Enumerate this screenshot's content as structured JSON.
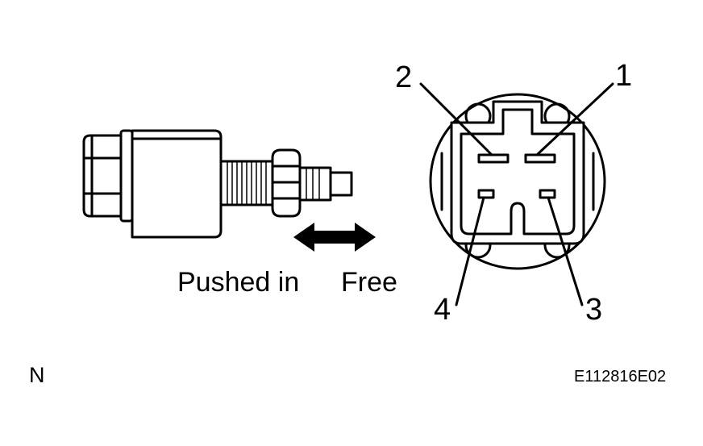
{
  "diagram": {
    "motion_labels": {
      "pushed": "Pushed in",
      "free": "Free"
    },
    "pins": {
      "p1": "1",
      "p2": "2",
      "p3": "3",
      "p4": "4"
    },
    "corner_letter": "N",
    "figure_code": "E112816E02"
  }
}
